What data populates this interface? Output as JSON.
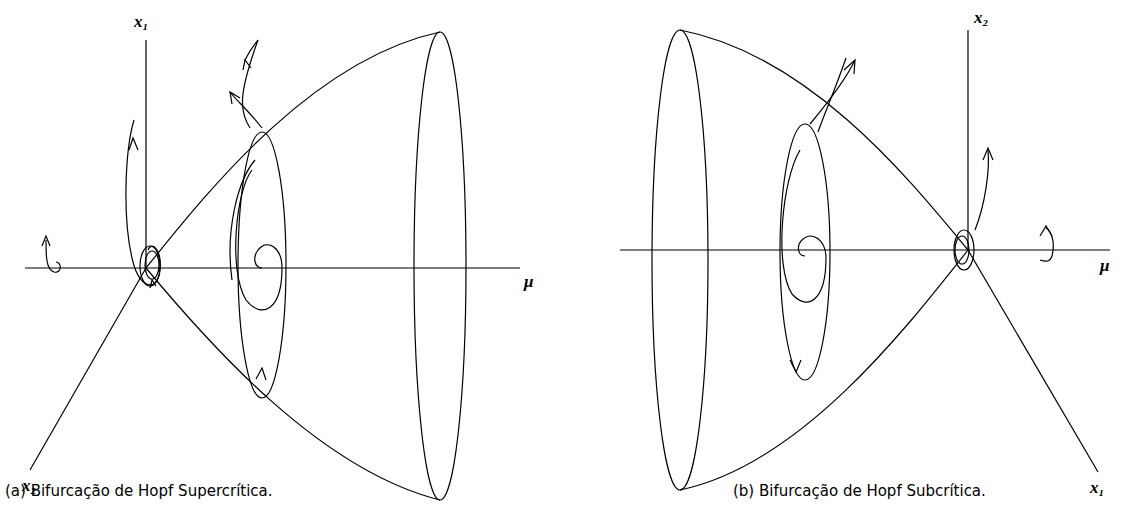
{
  "diagram": {
    "labels": [
      "x₁",
      "μ",
      "x₂",
      "x₂",
      "μ",
      "x₁",
      "(a) Bifurcação de Hopf Supercrítica.",
      "(b) Bifurcação de Hopf Subcrítica."
    ]
  }
}
